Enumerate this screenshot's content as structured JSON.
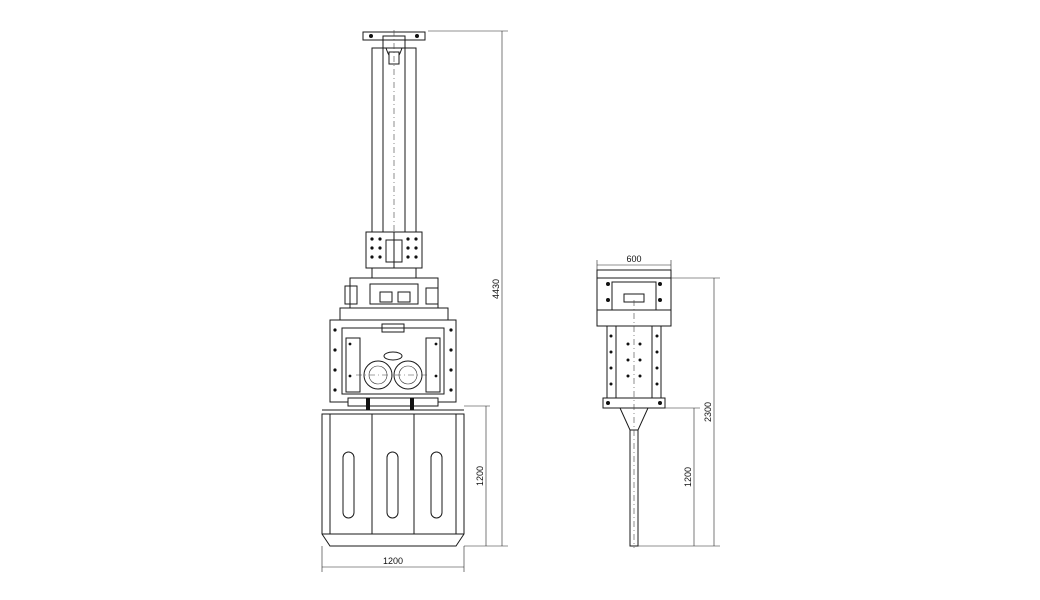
{
  "drawing": {
    "front_view": {
      "dimensions": {
        "overall_height": "4430",
        "clamp_height": "1200",
        "clamp_width": "1200"
      }
    },
    "side_view": {
      "dimensions": {
        "top_width": "600",
        "overall_height": "2300",
        "clamp_height": "1200"
      }
    }
  }
}
